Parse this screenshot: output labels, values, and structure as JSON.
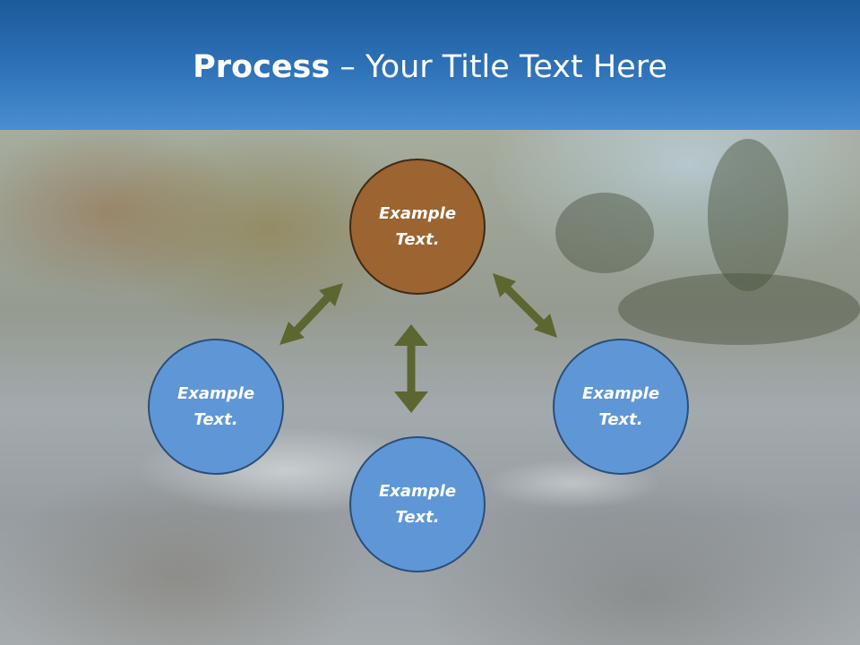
{
  "title": {
    "bold": "Process",
    "rest": " – Your Title Text Here"
  },
  "nodes": {
    "top": {
      "line1": "Example",
      "line2": "Text."
    },
    "left": {
      "line1": "Example",
      "line2": "Text."
    },
    "right": {
      "line1": "Example",
      "line2": "Text."
    },
    "bottom": {
      "line1": "Example",
      "line2": "Text."
    }
  },
  "colors": {
    "header": "#2f73b9",
    "node_blue": "#5f97d6",
    "node_brown": "#9b6430",
    "arrow": "#5c6630"
  }
}
